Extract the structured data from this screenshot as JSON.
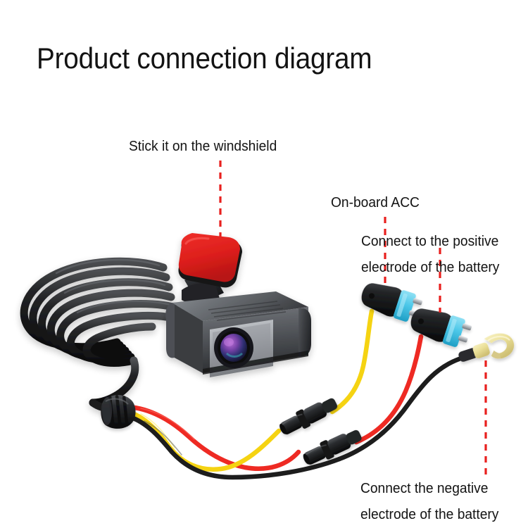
{
  "page": {
    "title": "Product connection diagram",
    "background_color": "#ffffff"
  },
  "callouts": [
    {
      "id": "windshield",
      "text": "Stick it on the windshield",
      "leader": "red-dashed-vertical",
      "points_to": "dashcam-adhesive-mount"
    },
    {
      "id": "acc",
      "text": "On-board ACC",
      "leader": "red-dashed-vertical",
      "points_to": "fuse-tap-acc"
    },
    {
      "id": "positive-line-1",
      "text": "Connect to the positive",
      "leader": "red-dashed-vertical",
      "points_to": "fuse-tap-battery-positive"
    },
    {
      "id": "positive-line-2",
      "text": "electrode of the battery",
      "leader": "red-dashed-vertical",
      "points_to": "fuse-tap-battery-positive"
    },
    {
      "id": "negative-line-1",
      "text": "Connect the negative",
      "leader": "red-dashed-vertical",
      "points_to": "ring-terminal-ground"
    },
    {
      "id": "negative-line-2",
      "text": "electrode of the battery",
      "leader": "red-dashed-vertical",
      "points_to": "ring-terminal-ground"
    }
  ],
  "colors": {
    "callout_line": "#e8201e",
    "text": "#131313",
    "adhesive_pad": "#e0201d",
    "wire_red": "#ee2a23",
    "wire_yellow": "#f5d312",
    "wire_black": "#1d1d1d",
    "fuse_holder_cyan": "#4cc7e8",
    "ring_terminal": "#eee5a8",
    "camera_body_dark": "#4a4c50",
    "camera_body_light": "#9ea2a6",
    "lens_glass": "#6a3f8f"
  },
  "hardware": [
    {
      "id": "dashcam",
      "name": "Dash camera body"
    },
    {
      "id": "dashcam-adhesive-mount",
      "name": "Red adhesive windshield mount pad"
    },
    {
      "id": "dashcam-lens",
      "name": "Camera lens"
    },
    {
      "id": "cable-coil",
      "name": "Coiled black power cable"
    },
    {
      "id": "cable-splitter",
      "name": "Wire splitter boot"
    },
    {
      "id": "inline-connector-yellow",
      "name": "Inline bullet connector (yellow line)"
    },
    {
      "id": "inline-connector-red",
      "name": "Inline bullet connector (red line)"
    },
    {
      "id": "fuse-tap-acc",
      "name": "Add-a-circuit fuse tap on ACC (yellow wire)"
    },
    {
      "id": "fuse-tap-battery-positive",
      "name": "Add-a-circuit fuse tap on battery positive (red wire)"
    },
    {
      "id": "ring-terminal-ground",
      "name": "Fork/ring terminal for battery negative (black wire)"
    }
  ]
}
